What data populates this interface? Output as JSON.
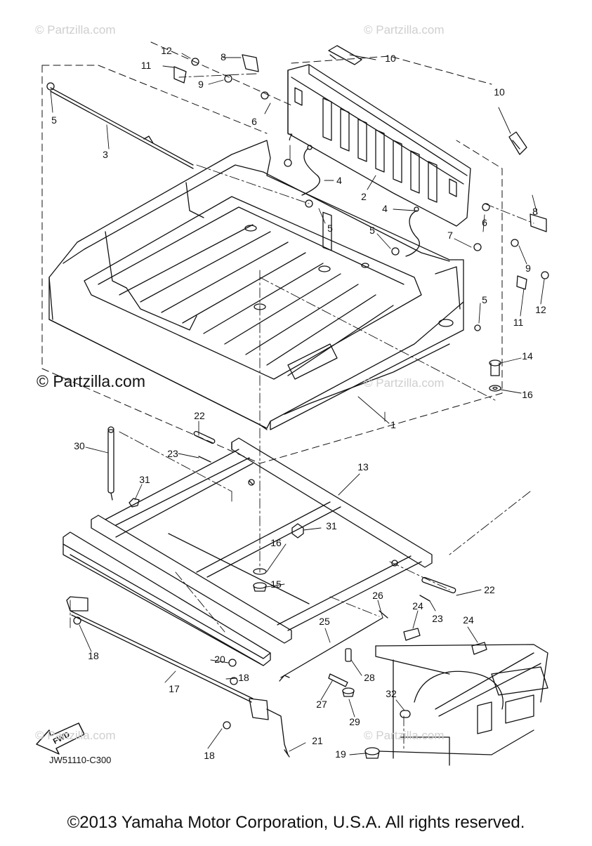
{
  "watermarks": {
    "top_left": "© Partzilla.com",
    "top_right": "© Partzilla.com",
    "center": "© Partzilla.com",
    "center_left": "© Partzilla.com",
    "bottom_left": "© Partzilla.com",
    "bottom_right": "© Partzilla.com"
  },
  "diagram_code": "JW51110-C300",
  "fwd_label": "FWD",
  "copyright": "©2013 Yamaha Motor Corporation, U.S.A. All rights reserved.",
  "callouts": [
    "1",
    "2",
    "3",
    "4",
    "4",
    "5",
    "5",
    "5",
    "5",
    "6",
    "6",
    "7",
    "7",
    "8",
    "8",
    "9",
    "9",
    "10",
    "10",
    "11",
    "11",
    "12",
    "12",
    "13",
    "14",
    "15",
    "16",
    "16",
    "17",
    "18",
    "18",
    "18",
    "19",
    "20",
    "21",
    "22",
    "22",
    "23",
    "23",
    "24",
    "24",
    "25",
    "26",
    "27",
    "28",
    "29",
    "30",
    "31",
    "31",
    "32"
  ],
  "colors": {
    "line": "#111111",
    "watermark": "#cfcfcf",
    "background": "#ffffff"
  }
}
